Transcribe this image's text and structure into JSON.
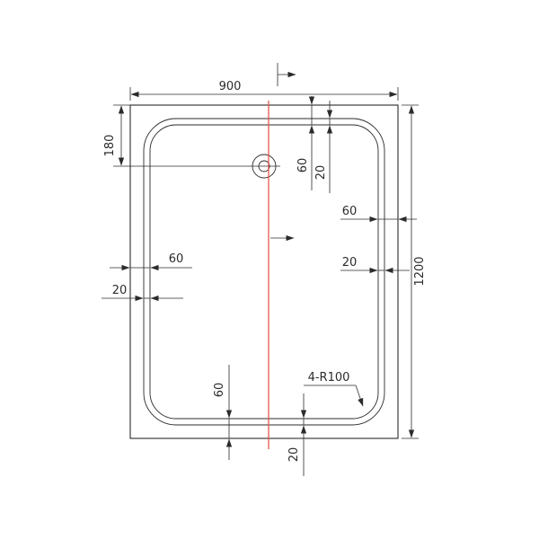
{
  "colors": {
    "line": "#2b2b2b",
    "centerline": "#e2574c"
  },
  "labels": {
    "w900": "900",
    "h1200": "1200",
    "d180": "180",
    "v60": "60",
    "v20": "20",
    "r100": "4-R100"
  }
}
